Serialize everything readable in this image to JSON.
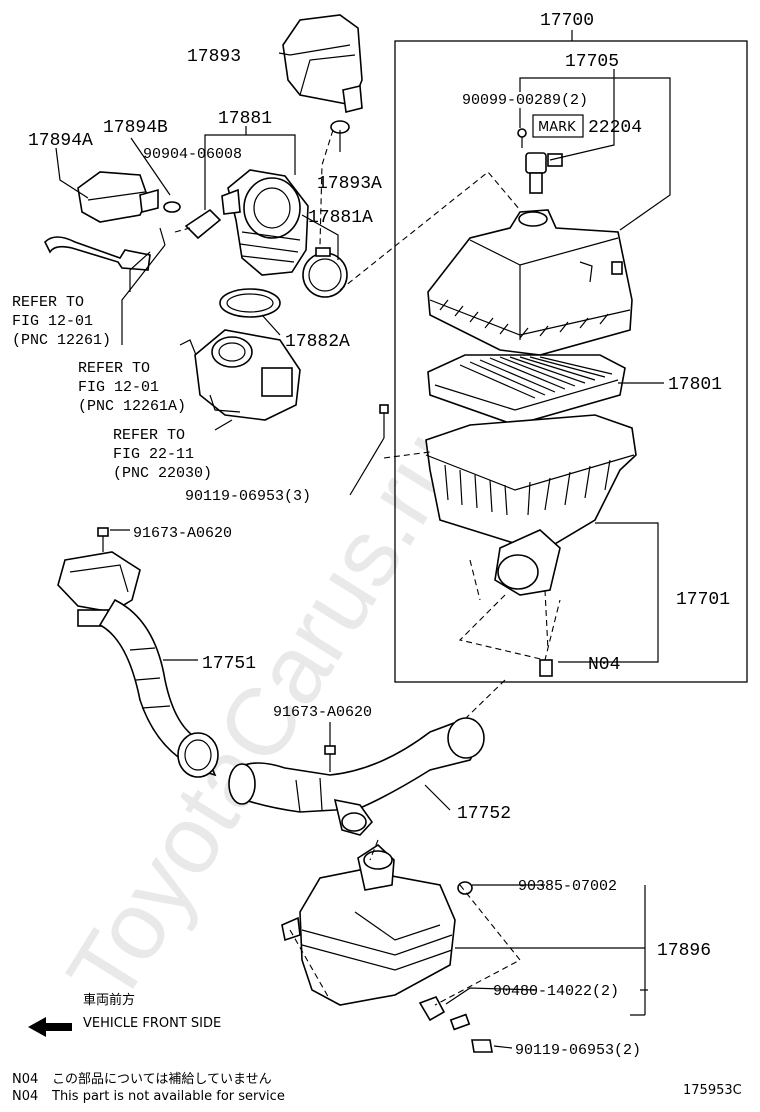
{
  "diagram_code": "175953C",
  "watermark": "ToyotaCarus.ru",
  "front_indicator": {
    "japanese": "車両前方",
    "english": "VEHICLE FRONT SIDE"
  },
  "footnotes": [
    {
      "code": "N04",
      "text": "この部品については補給していません"
    },
    {
      "code": "N04",
      "text": "This part is not available for service"
    }
  ],
  "mark_tag": "MARK",
  "parts": [
    {
      "id": "17700",
      "label": "17700"
    },
    {
      "id": "17705",
      "label": "17705"
    },
    {
      "id": "90099-00289",
      "label": "90099-00289(2)"
    },
    {
      "id": "22204",
      "label": "22204"
    },
    {
      "id": "17893",
      "label": "17893"
    },
    {
      "id": "17894A",
      "label": "17894A"
    },
    {
      "id": "17894B",
      "label": "17894B"
    },
    {
      "id": "17881",
      "label": "17881"
    },
    {
      "id": "90904-06008",
      "label": "90904-06008"
    },
    {
      "id": "17893A",
      "label": "17893A"
    },
    {
      "id": "17881A",
      "label": "17881A"
    },
    {
      "id": "17882A",
      "label": "17882A"
    },
    {
      "id": "17801",
      "label": "17801"
    },
    {
      "id": "90119-06953-3",
      "label": "90119-06953(3)"
    },
    {
      "id": "91673-A0620-a",
      "label": "91673-A0620"
    },
    {
      "id": "17751",
      "label": "17751"
    },
    {
      "id": "17701",
      "label": "17701"
    },
    {
      "id": "N04",
      "label": "N04"
    },
    {
      "id": "91673-A0620-b",
      "label": "91673-A0620"
    },
    {
      "id": "17752",
      "label": "17752"
    },
    {
      "id": "90385-07002",
      "label": "90385-07002"
    },
    {
      "id": "17896",
      "label": "17896"
    },
    {
      "id": "90480-14022",
      "label": "90480-14022(2)"
    },
    {
      "id": "90119-06953-2",
      "label": "90119-06953(2)"
    }
  ],
  "references": [
    {
      "lines": [
        "REFER TO",
        "FIG 12-01",
        "(PNC 12261)"
      ]
    },
    {
      "lines": [
        "REFER TO",
        "FIG 12-01",
        "(PNC 12261A)"
      ]
    },
    {
      "lines": [
        "REFER TO",
        "FIG 22-11",
        "(PNC 22030)"
      ]
    }
  ]
}
